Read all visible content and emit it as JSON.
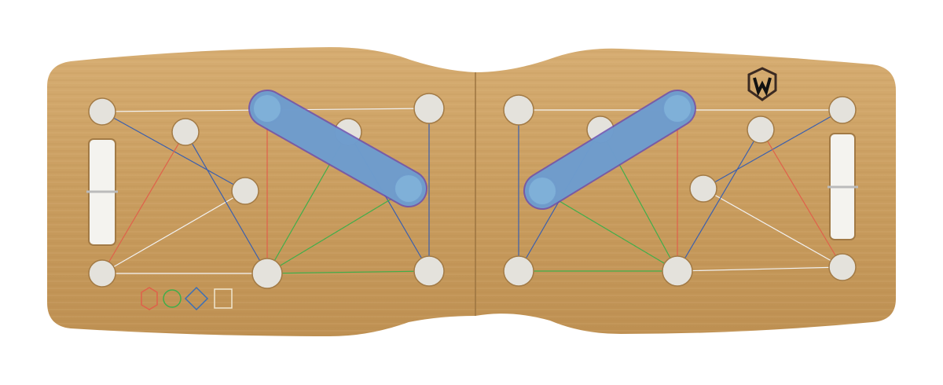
{
  "image": {
    "subject": "bamboo-training-board",
    "colors": {
      "background": "#ffffff",
      "wood": "#c99d5f",
      "wood_light": "#d8b37a",
      "hole": "#e4e2dc",
      "band_blue": "#6fa3cf",
      "band_outline": "#6a4fb0",
      "line_white": "#f2f2f2",
      "line_blue": "#3a5fae",
      "line_red": "#e0604a",
      "line_green": "#3fae4a",
      "logo": "#3b2a22"
    },
    "logo": {
      "letter": "W",
      "icon": "shield-logo"
    },
    "emblems": [
      "hexagon-figure-emblem",
      "circle-flex-emblem",
      "diamond-figure-emblem",
      "square-figure-emblem"
    ]
  }
}
